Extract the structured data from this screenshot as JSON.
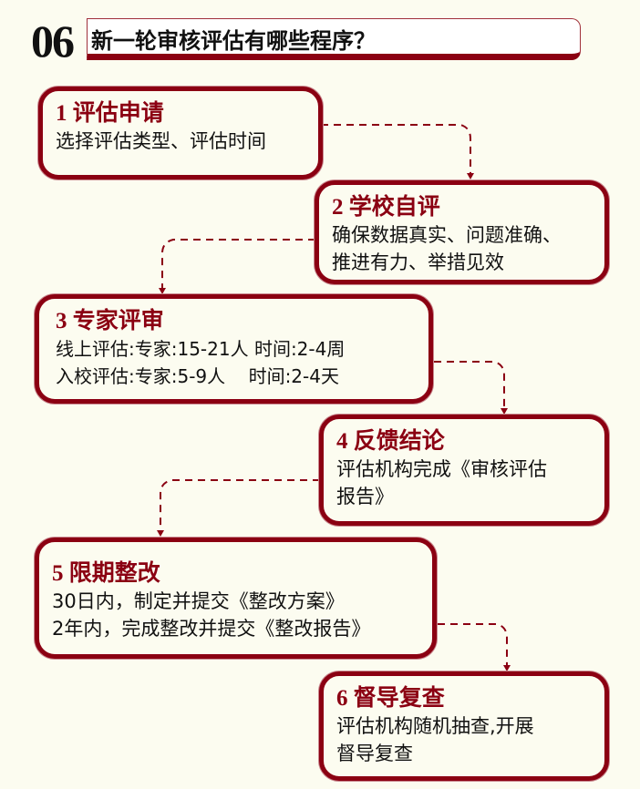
{
  "header": {
    "number": "06",
    "title": "新一轮审核评估有哪些程序？"
  },
  "steps": [
    {
      "title": "1 评估申请",
      "lines": [
        "选择评估类型、评估时间"
      ]
    },
    {
      "title": "2 学校自评",
      "lines": [
        "确保数据真实、问题准确、",
        "推进有力、举措见效"
      ]
    },
    {
      "title": "3 专家评审",
      "lines": [
        "线上评估:专家:15-21人 时间:2-4周",
        "入校评估:专家:5-9人    时间:2-4天"
      ]
    },
    {
      "title": "4 反馈结论",
      "lines": [
        "评估机构完成《审核评估",
        "报告》"
      ]
    },
    {
      "title": "5 限期整改",
      "lines": [
        "30日内，制定并提交《整改方案》",
        "2年内，完成整改并提交《整改报告》"
      ]
    },
    {
      "title": "6 督导复查",
      "lines": [
        "评估机构随机抽查,开展",
        "督导复查"
      ]
    }
  ],
  "colors": {
    "accent": "#8b0012",
    "background": "#fcfcf0"
  }
}
